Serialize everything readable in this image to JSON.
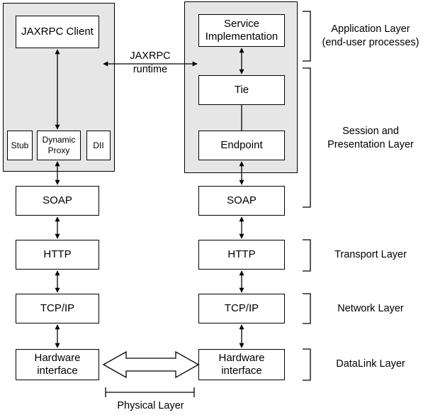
{
  "client": {
    "jaxrpc_client": "JAXRPC Client",
    "stub": "Stub",
    "dynamic_proxy": "Dynamic\nProxy",
    "dii": "DII",
    "soap": "SOAP",
    "http": "HTTP",
    "tcpip": "TCP/IP",
    "hardware": "Hardware\ninterface"
  },
  "server": {
    "service_impl": "Service\nImplementation",
    "tie": "Tie",
    "endpoint": "Endpoint",
    "soap": "SOAP",
    "http": "HTTP",
    "tcpip": "TCP/IP",
    "hardware": "Hardware\ninterface"
  },
  "runtime_label": "JAXRPC\nruntime",
  "physical_layer": "Physical Layer",
  "layers": {
    "application": "Application Layer\n(end-user processes)",
    "session": "Session and\nPresentation Layer",
    "transport": "Transport Layer",
    "network": "Network Layer",
    "datalink": "DataLink Layer"
  }
}
